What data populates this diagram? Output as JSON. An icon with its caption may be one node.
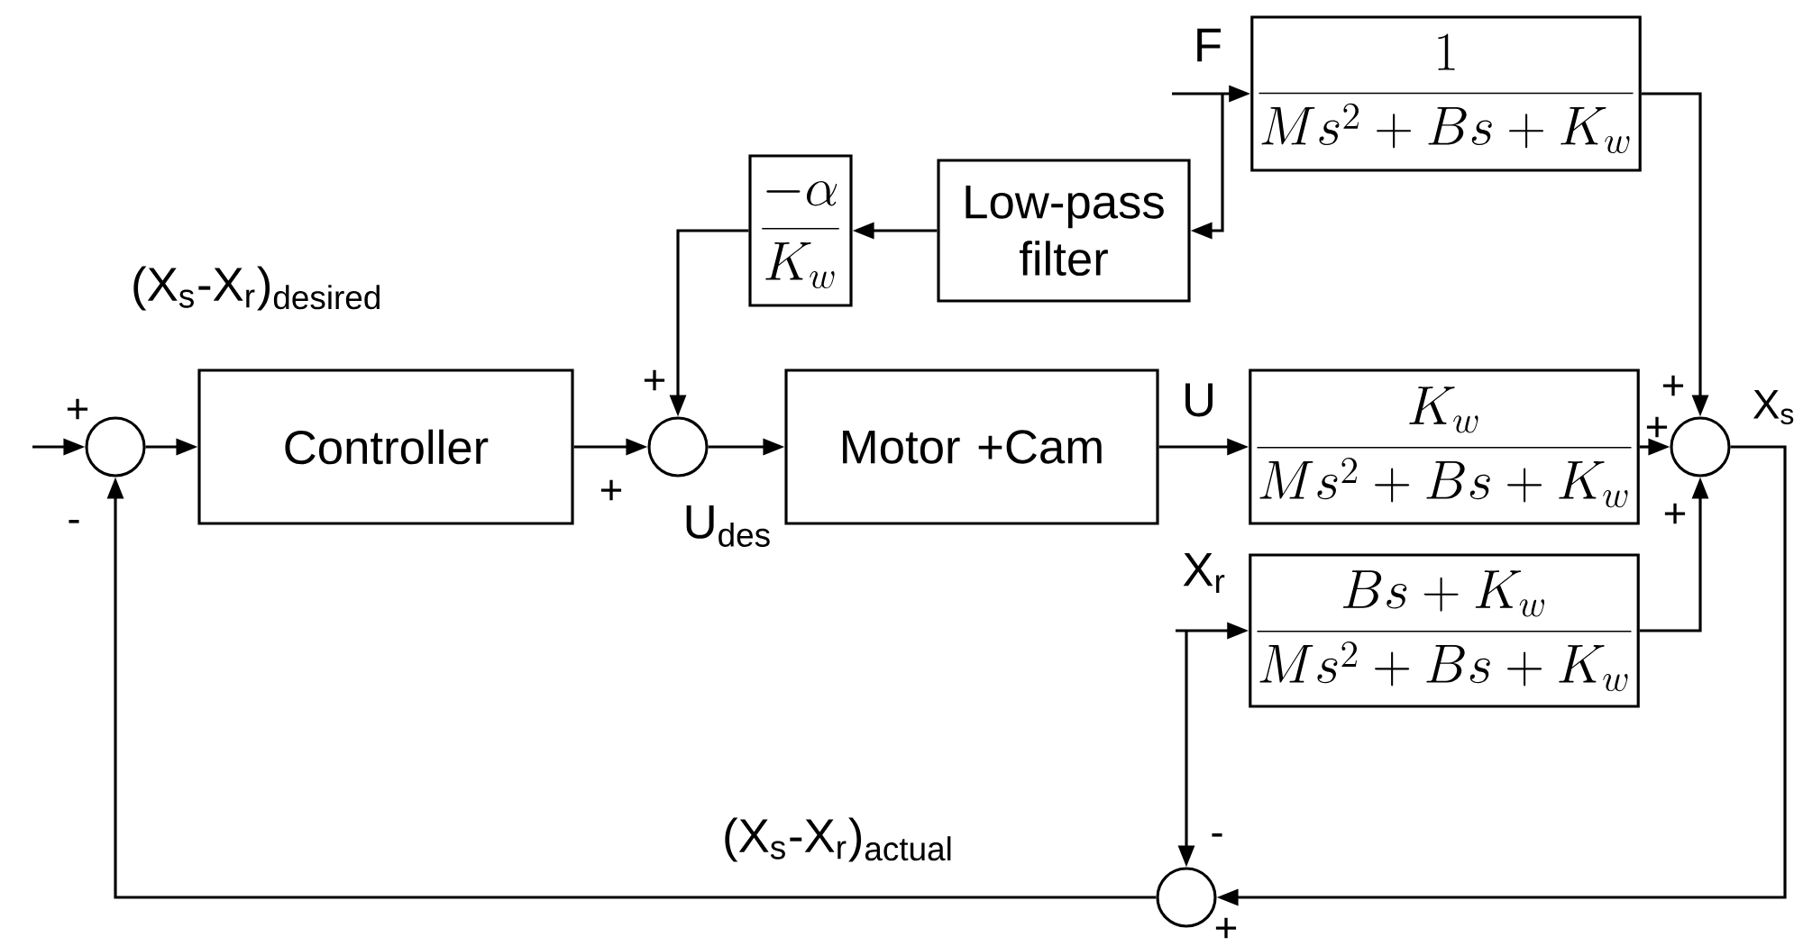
{
  "diagram": {
    "nodes": [
      {
        "text": [],
        "shape": "circle"
      },
      {
        "text": [
          "Controller"
        ]
      },
      {
        "text": [],
        "shape": "circle"
      },
      {
        "text": [
          "Motor +Cam"
        ]
      },
      {
        "text": [
          "\\frac{-\\alpha}{K_{w}}"
        ]
      },
      {
        "text": [
          "Low-pass filter"
        ]
      },
      {
        "text": [
          "\\frac{1}{Ms^{2}+Bs+K_{w}}"
        ]
      },
      {
        "text": [
          "\\frac{K_{w}}{Ms^{2}+Bs+K_{w}}"
        ]
      },
      {
        "text": [
          "\\frac{Bs+K_{w}}{Ms^{2}+Bs+K_{w}}"
        ]
      },
      {
        "text": [],
        "shape": "circle"
      },
      {
        "text": [],
        "shape": "circle"
      }
    ],
    "edges": [
      {
        "from": null,
        "to": 0,
        "arrow": "to",
        "label": "(X$_{s}$-X$_{r}$)$_{desired}$"
      },
      {
        "from": 0,
        "to": 1,
        "arrow": "to"
      },
      {
        "from": 1,
        "to": 2,
        "arrow": "to"
      },
      {
        "from": 2,
        "to": 3,
        "arrow": "to",
        "label": "U$_{des}$"
      },
      {
        "from": 3,
        "to": 7,
        "arrow": "to",
        "label": "U"
      },
      {
        "from": 7,
        "to": 9,
        "arrow": "to"
      },
      {
        "from": 6,
        "to": 9,
        "arrow": "to"
      },
      {
        "from": 8,
        "to": 9,
        "arrow": "to"
      },
      {
        "from": 9,
        "to": 10,
        "arrow": "to"
      },
      {
        "from": null,
        "to": 6,
        "arrow": "to",
        "label": "F"
      },
      {
        "from": null,
        "to": 5,
        "arrow": "to"
      },
      {
        "from": 5,
        "to": 4,
        "arrow": "to"
      },
      {
        "from": 4,
        "to": 2,
        "arrow": "to"
      },
      {
        "from": null,
        "to": 8,
        "arrow": "to",
        "label": "X$_{r}$"
      },
      {
        "from": null,
        "to": 10,
        "arrow": "to"
      },
      {
        "from": 10,
        "to": 0,
        "arrow": "to",
        "label": "(X$_{s}$-X$_{r}$)$_{actual}$"
      }
    ],
    "labels": [
      "+",
      "-",
      "+",
      "+",
      "+",
      "+",
      "X$_{s}$",
      "+",
      "-",
      "+"
    ]
  }
}
